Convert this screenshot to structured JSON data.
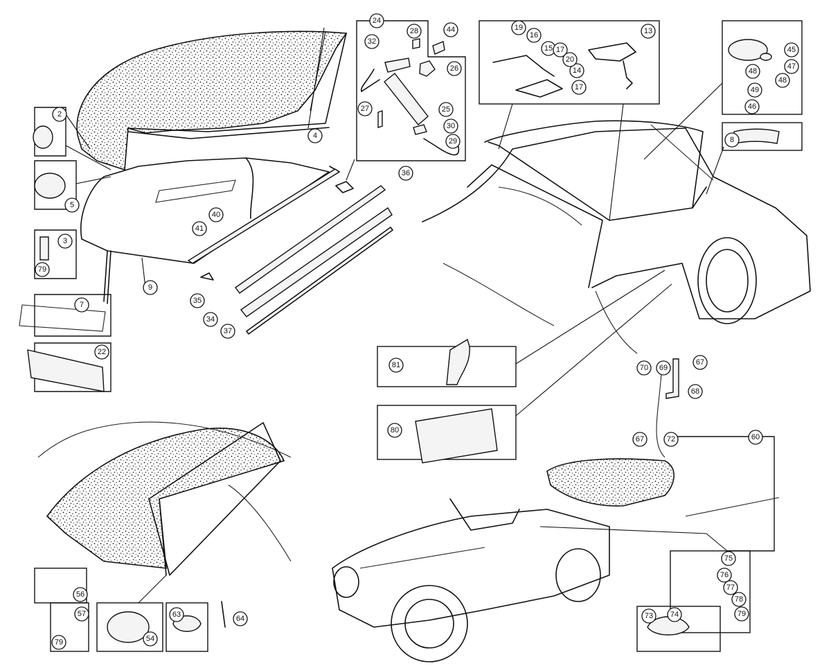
{
  "diagram": {
    "callouts": [
      {
        "id": "c2",
        "label": "2"
      },
      {
        "id": "c3",
        "label": "3"
      },
      {
        "id": "c4",
        "label": "4"
      },
      {
        "id": "c5",
        "label": "5"
      },
      {
        "id": "c7",
        "label": "7"
      },
      {
        "id": "c8",
        "label": "8"
      },
      {
        "id": "c9",
        "label": "9"
      },
      {
        "id": "c13",
        "label": "13"
      },
      {
        "id": "c14",
        "label": "14"
      },
      {
        "id": "c15",
        "label": "15"
      },
      {
        "id": "c16",
        "label": "16"
      },
      {
        "id": "c17a",
        "label": "17"
      },
      {
        "id": "c17b",
        "label": "17"
      },
      {
        "id": "c19",
        "label": "19"
      },
      {
        "id": "c20",
        "label": "20"
      },
      {
        "id": "c22",
        "label": "22"
      },
      {
        "id": "c24",
        "label": "24"
      },
      {
        "id": "c25",
        "label": "25"
      },
      {
        "id": "c26",
        "label": "26"
      },
      {
        "id": "c27",
        "label": "27"
      },
      {
        "id": "c28",
        "label": "28"
      },
      {
        "id": "c29",
        "label": "29"
      },
      {
        "id": "c30",
        "label": "30"
      },
      {
        "id": "c32",
        "label": "32"
      },
      {
        "id": "c34",
        "label": "34"
      },
      {
        "id": "c35",
        "label": "35"
      },
      {
        "id": "c36",
        "label": "36"
      },
      {
        "id": "c37",
        "label": "37"
      },
      {
        "id": "c40",
        "label": "40"
      },
      {
        "id": "c41",
        "label": "41"
      },
      {
        "id": "c44",
        "label": "44"
      },
      {
        "id": "c45",
        "label": "45"
      },
      {
        "id": "c46",
        "label": "46"
      },
      {
        "id": "c47",
        "label": "47"
      },
      {
        "id": "c48a",
        "label": "48"
      },
      {
        "id": "c48b",
        "label": "48"
      },
      {
        "id": "c49",
        "label": "49"
      },
      {
        "id": "c54",
        "label": "54"
      },
      {
        "id": "c56",
        "label": "56"
      },
      {
        "id": "c57",
        "label": "57"
      },
      {
        "id": "c60",
        "label": "60"
      },
      {
        "id": "c63",
        "label": "63"
      },
      {
        "id": "c64",
        "label": "64"
      },
      {
        "id": "c67a",
        "label": "67"
      },
      {
        "id": "c67b",
        "label": "67"
      },
      {
        "id": "c68",
        "label": "68"
      },
      {
        "id": "c69",
        "label": "69"
      },
      {
        "id": "c70",
        "label": "70"
      },
      {
        "id": "c72",
        "label": "72"
      },
      {
        "id": "c73",
        "label": "73"
      },
      {
        "id": "c74",
        "label": "74"
      },
      {
        "id": "c75",
        "label": "75"
      },
      {
        "id": "c76",
        "label": "76"
      },
      {
        "id": "c77",
        "label": "77"
      },
      {
        "id": "c78",
        "label": "78"
      },
      {
        "id": "c79a",
        "label": "79"
      },
      {
        "id": "c79b",
        "label": "79"
      },
      {
        "id": "c79c",
        "label": "79"
      },
      {
        "id": "c80",
        "label": "80"
      },
      {
        "id": "c81",
        "label": "81"
      }
    ]
  }
}
